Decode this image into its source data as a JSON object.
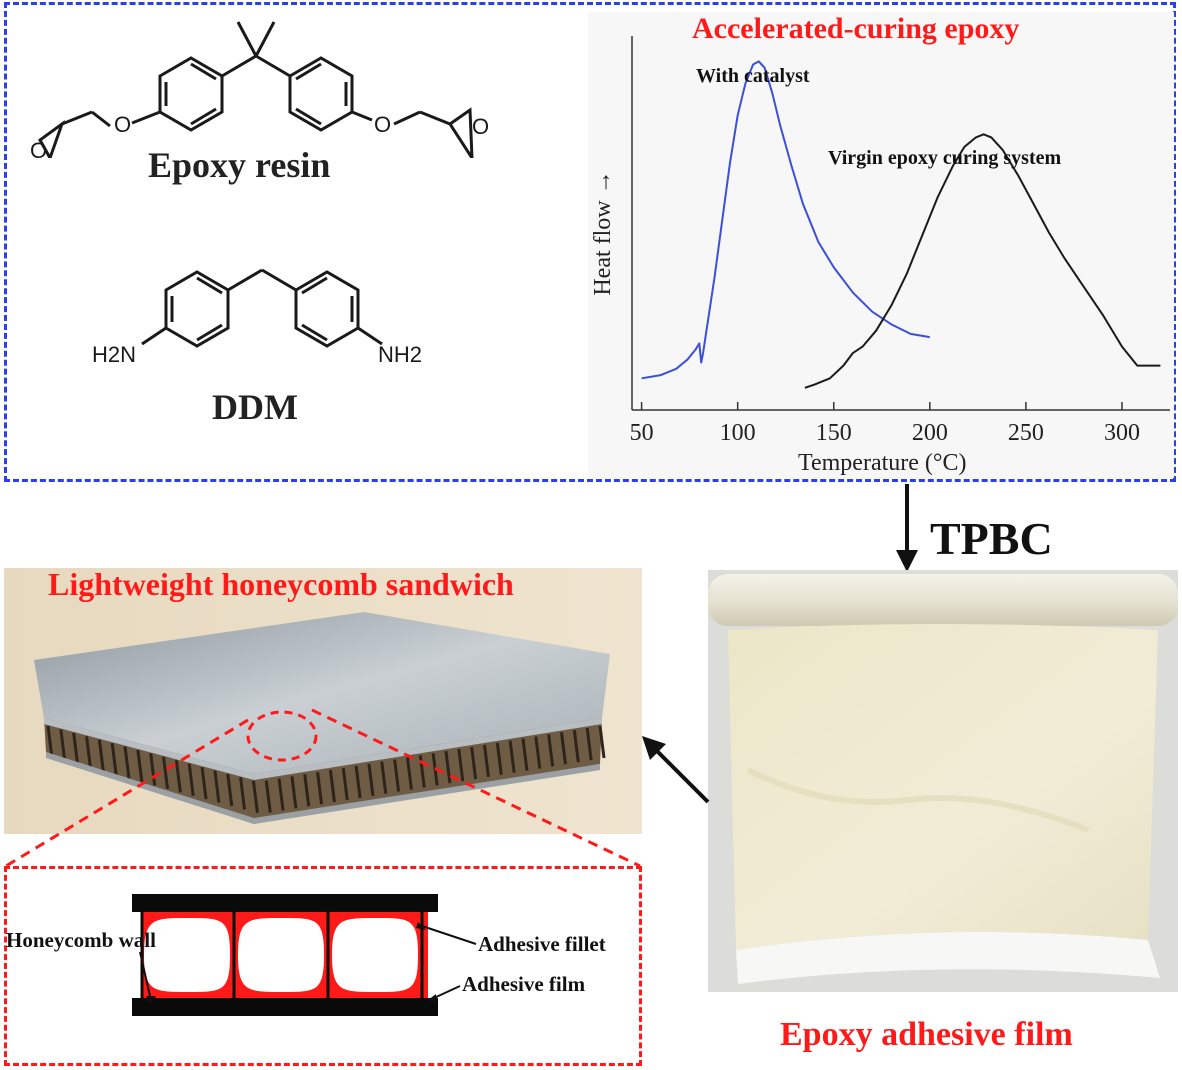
{
  "chemistry": {
    "resin_label": "Epoxy resin",
    "hardener_label": "DDM",
    "atom_o": "O",
    "atom_h2n": "H2N",
    "atom_nh2": "NH2"
  },
  "chart_data": {
    "type": "line",
    "title": "Accelerated-curing epoxy",
    "xlabel": "Temperature (°C)",
    "ylabel": "Heat flow →",
    "xlim": [
      45,
      325
    ],
    "ylim": [
      0,
      1.18
    ],
    "xticks": [
      50,
      100,
      150,
      200,
      250,
      300
    ],
    "ytick_labels": "none",
    "series": [
      {
        "name": "With catalyst",
        "color": "#3b4fd8",
        "x": [
          50,
          60,
          68,
          74,
          78,
          80,
          81,
          82,
          84,
          88,
          92,
          96,
          100,
          104,
          108,
          111,
          114,
          118,
          122,
          128,
          134,
          142,
          150,
          160,
          170,
          180,
          190,
          200
        ],
        "y": [
          0.1,
          0.11,
          0.13,
          0.16,
          0.19,
          0.21,
          0.15,
          0.18,
          0.26,
          0.42,
          0.6,
          0.78,
          0.93,
          1.03,
          1.09,
          1.1,
          1.08,
          1.0,
          0.9,
          0.77,
          0.65,
          0.53,
          0.45,
          0.37,
          0.31,
          0.27,
          0.24,
          0.23
        ]
      },
      {
        "name": "Virgin epoxy curing system",
        "color": "#1a1a1a",
        "x": [
          135,
          140,
          148,
          155,
          160,
          165,
          172,
          180,
          188,
          196,
          204,
          212,
          218,
          224,
          228,
          232,
          238,
          246,
          254,
          262,
          270,
          280,
          290,
          300,
          308,
          320
        ],
        "y": [
          0.07,
          0.08,
          0.1,
          0.14,
          0.18,
          0.2,
          0.25,
          0.33,
          0.43,
          0.55,
          0.67,
          0.77,
          0.83,
          0.86,
          0.87,
          0.86,
          0.82,
          0.74,
          0.65,
          0.56,
          0.48,
          0.39,
          0.3,
          0.2,
          0.14,
          0.14
        ]
      }
    ]
  },
  "arrow_label": "TPBC",
  "film_caption": "Epoxy adhesive film",
  "sandwich_title": "Lightweight honeycomb sandwich",
  "inset": {
    "honeycomb_wall": "Honeycomb wall",
    "adhesive_fillet": "Adhesive fillet",
    "adhesive_film": "Adhesive film"
  },
  "colors": {
    "frame_blue": "#2a3ff0",
    "highlight_red": "#ff1a1a",
    "catalyst_curve": "#3b4fd8",
    "virgin_curve": "#1a1a1a"
  }
}
